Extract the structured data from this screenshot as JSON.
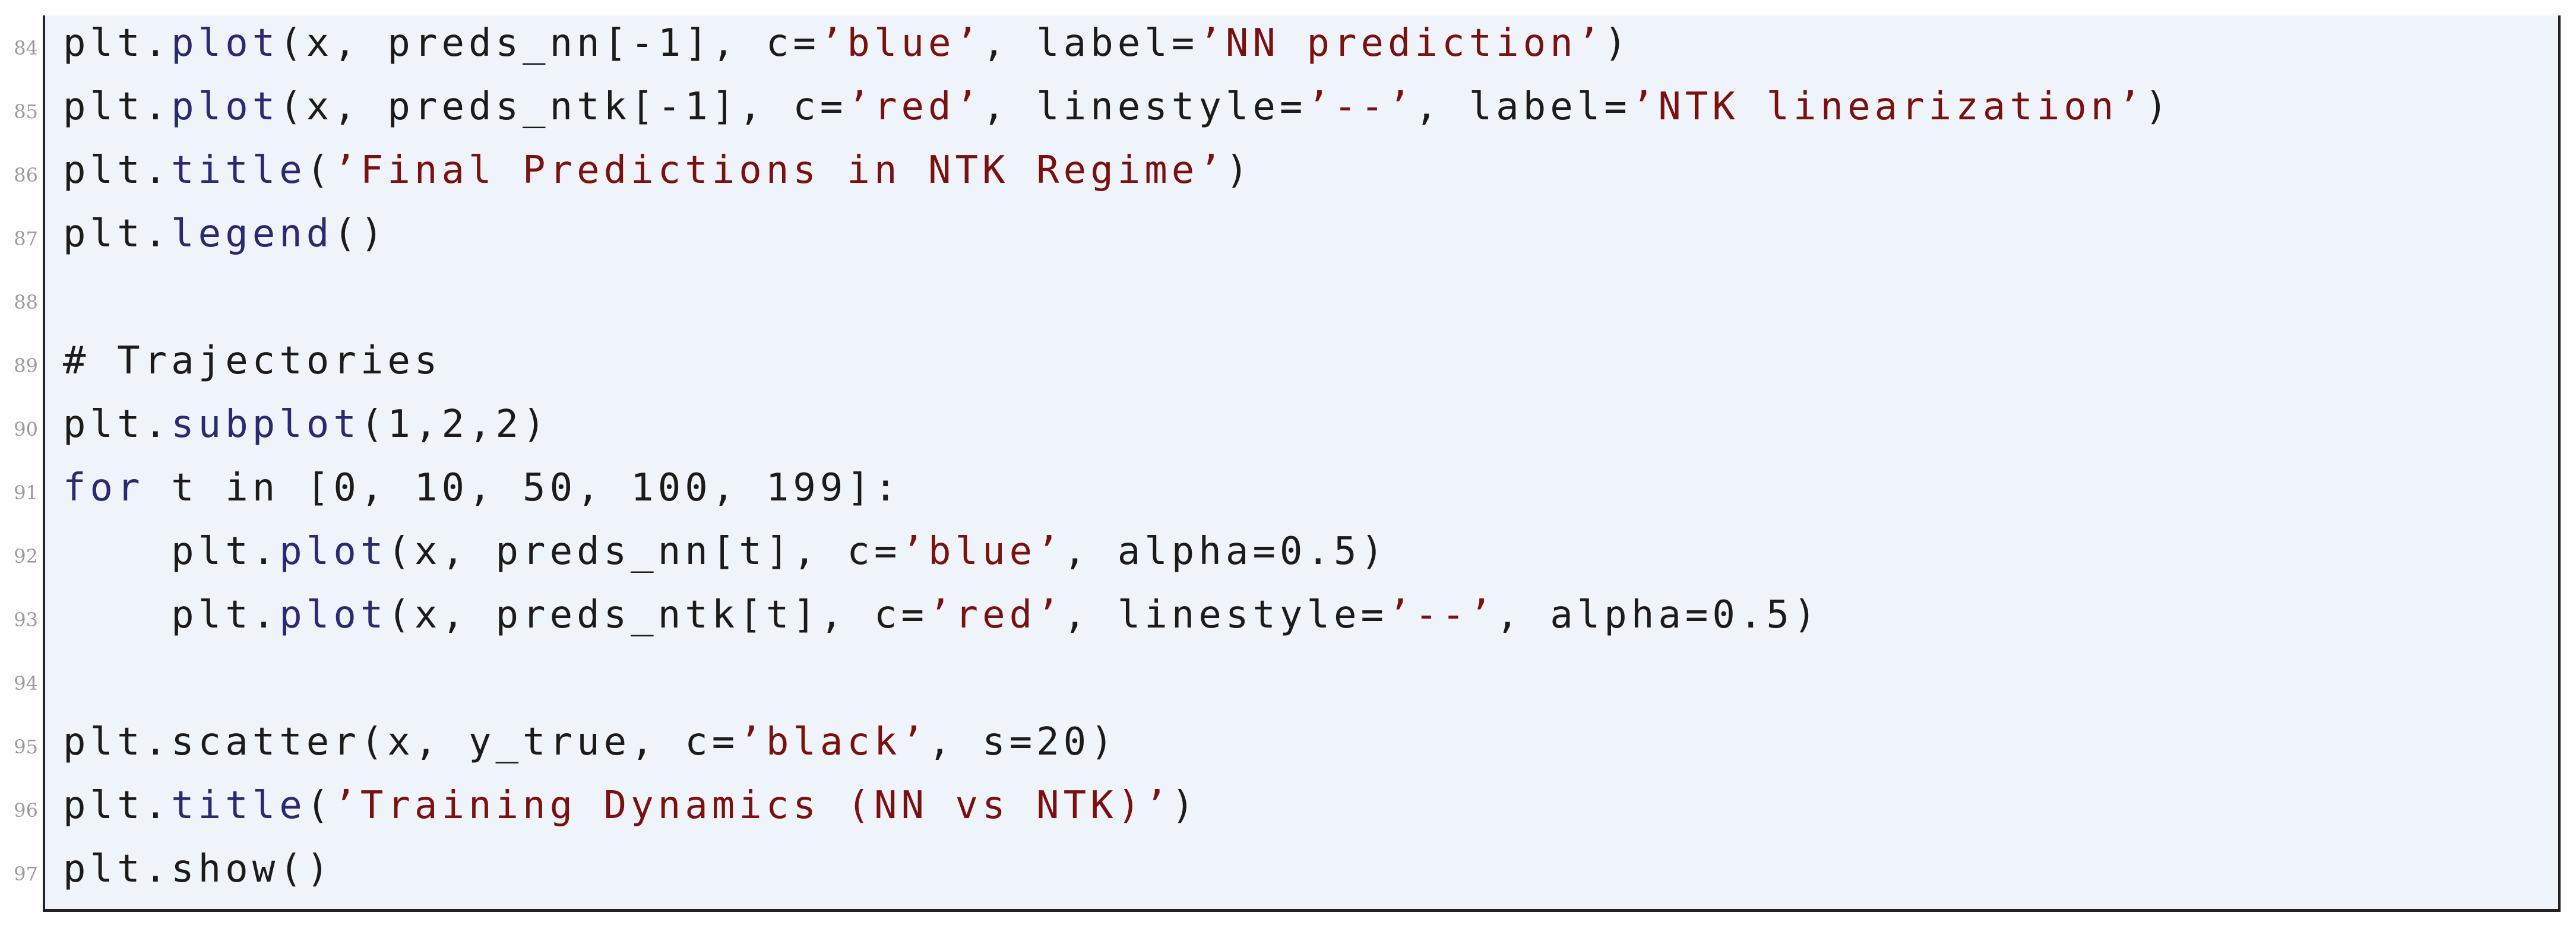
{
  "colors": {
    "background": "#eff4fa",
    "border": "#222222",
    "line_number": "#9a9a9a",
    "default_text": "#1b1b1b",
    "function": "#2a2a72",
    "keyword": "#2a2a72",
    "string": "#7a1010"
  },
  "code": {
    "lines": [
      {
        "number": "84",
        "tokens": [
          {
            "t": "default",
            "v": "plt."
          },
          {
            "t": "func",
            "v": "plot"
          },
          {
            "t": "default",
            "v": "(x, preds_nn[-1], c="
          },
          {
            "t": "str",
            "v": "’blue’"
          },
          {
            "t": "default",
            "v": ", label="
          },
          {
            "t": "str",
            "v": "’NN prediction’"
          },
          {
            "t": "default",
            "v": ")"
          }
        ]
      },
      {
        "number": "85",
        "tokens": [
          {
            "t": "default",
            "v": "plt."
          },
          {
            "t": "func",
            "v": "plot"
          },
          {
            "t": "default",
            "v": "(x, preds_ntk[-1], c="
          },
          {
            "t": "str",
            "v": "’red’"
          },
          {
            "t": "default",
            "v": ", linestyle="
          },
          {
            "t": "str",
            "v": "’--’"
          },
          {
            "t": "default",
            "v": ", label="
          },
          {
            "t": "str",
            "v": "’NTK linearization’"
          },
          {
            "t": "default",
            "v": ")"
          }
        ]
      },
      {
        "number": "86",
        "tokens": [
          {
            "t": "default",
            "v": "plt."
          },
          {
            "t": "func",
            "v": "title"
          },
          {
            "t": "default",
            "v": "("
          },
          {
            "t": "str",
            "v": "’Final Predictions in NTK Regime’"
          },
          {
            "t": "default",
            "v": ")"
          }
        ]
      },
      {
        "number": "87",
        "tokens": [
          {
            "t": "default",
            "v": "plt."
          },
          {
            "t": "func",
            "v": "legend"
          },
          {
            "t": "default",
            "v": "()"
          }
        ]
      },
      {
        "number": "88",
        "tokens": []
      },
      {
        "number": "89",
        "tokens": [
          {
            "t": "default",
            "v": "# Trajectories"
          }
        ]
      },
      {
        "number": "90",
        "tokens": [
          {
            "t": "default",
            "v": "plt."
          },
          {
            "t": "func",
            "v": "subplot"
          },
          {
            "t": "default",
            "v": "(1,2,2)"
          }
        ]
      },
      {
        "number": "91",
        "tokens": [
          {
            "t": "kw",
            "v": "for"
          },
          {
            "t": "default",
            "v": " t in [0, 10, 50, 100, 199]:"
          }
        ]
      },
      {
        "number": "92",
        "tokens": [
          {
            "t": "default",
            "v": "    plt."
          },
          {
            "t": "func",
            "v": "plot"
          },
          {
            "t": "default",
            "v": "(x, preds_nn[t], c="
          },
          {
            "t": "str",
            "v": "’blue’"
          },
          {
            "t": "default",
            "v": ", alpha=0.5)"
          }
        ]
      },
      {
        "number": "93",
        "tokens": [
          {
            "t": "default",
            "v": "    plt."
          },
          {
            "t": "func",
            "v": "plot"
          },
          {
            "t": "default",
            "v": "(x, preds_ntk[t], c="
          },
          {
            "t": "str",
            "v": "’red’"
          },
          {
            "t": "default",
            "v": ", linestyle="
          },
          {
            "t": "str",
            "v": "’--’"
          },
          {
            "t": "default",
            "v": ", alpha=0.5)"
          }
        ]
      },
      {
        "number": "94",
        "tokens": []
      },
      {
        "number": "95",
        "tokens": [
          {
            "t": "default",
            "v": "plt.scatter(x, y_true, c="
          },
          {
            "t": "str",
            "v": "’black’"
          },
          {
            "t": "default",
            "v": ", s=20)"
          }
        ]
      },
      {
        "number": "96",
        "tokens": [
          {
            "t": "default",
            "v": "plt."
          },
          {
            "t": "func",
            "v": "title"
          },
          {
            "t": "default",
            "v": "("
          },
          {
            "t": "str",
            "v": "’Training Dynamics (NN vs NTK)’"
          },
          {
            "t": "default",
            "v": ")"
          }
        ]
      },
      {
        "number": "97",
        "tokens": [
          {
            "t": "default",
            "v": "plt.show()"
          }
        ]
      }
    ]
  }
}
